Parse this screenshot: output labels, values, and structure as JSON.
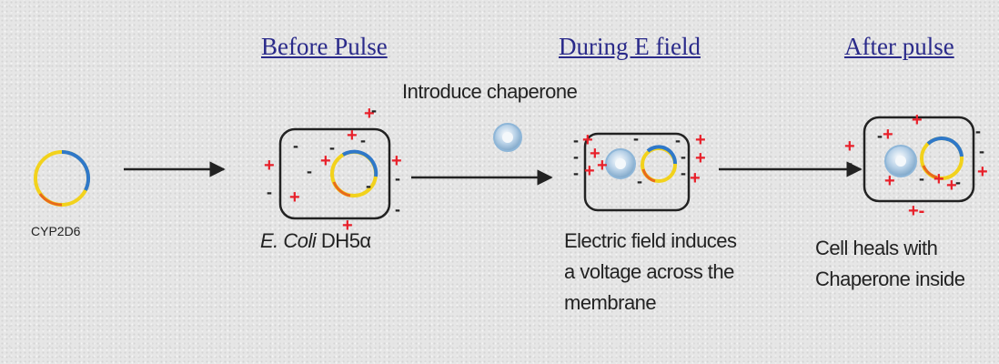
{
  "headers": {
    "before": "Before Pulse",
    "during": "During E field",
    "after": "After pulse"
  },
  "labels": {
    "introduce": "Introduce chaperone",
    "plasmid": "CYP2D6",
    "strain_italic": "E. Coli",
    "strain_rest": "DH5α",
    "during_caption": [
      "Electric field induces",
      "a voltage across the",
      "membrane"
    ],
    "after_caption": [
      "Cell heals with",
      "Chaperone inside"
    ]
  },
  "colors": {
    "header": "#2a2a8a",
    "plasmid_blue": "#2f78c9",
    "plasmid_yellow": "#f2d21c",
    "plasmid_orange": "#e86a1c",
    "charge_plus": "#e8202a",
    "chaperone": "#8eb6d8"
  }
}
